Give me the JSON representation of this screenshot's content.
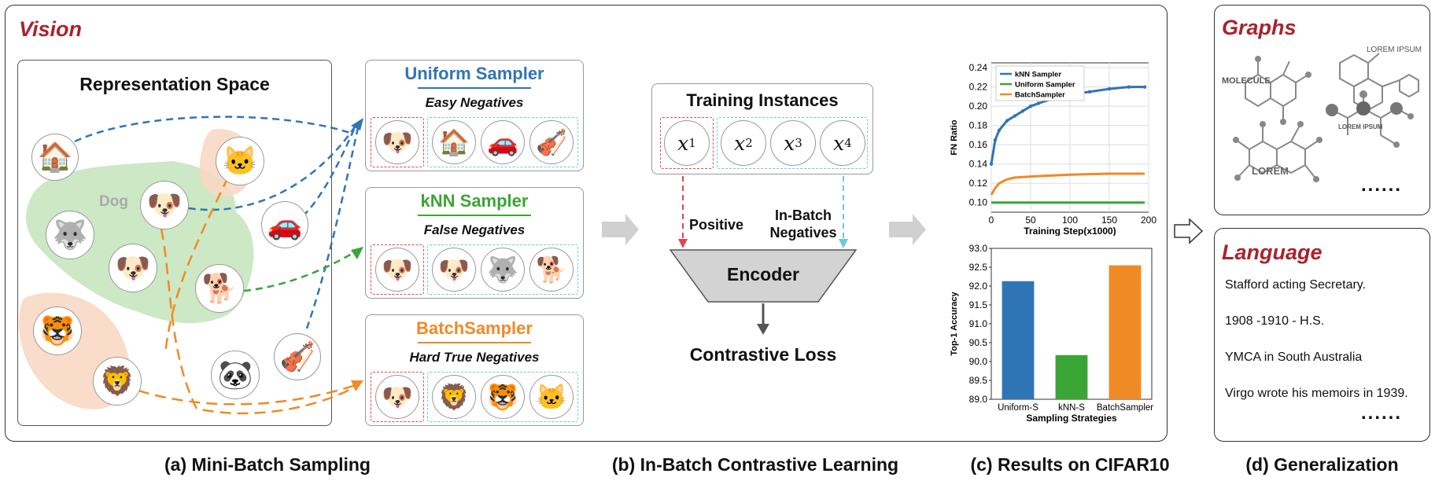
{
  "vision": {
    "title": "Vision",
    "rep_space": {
      "title": "Representation Space",
      "dog_label": "Dog"
    },
    "samplers": [
      {
        "title": "Uniform Sampler",
        "subtitle": "Easy Negatives",
        "color": "#2f75b5"
      },
      {
        "title": "kNN Sampler",
        "subtitle": "False Negatives",
        "color": "#3aa535"
      },
      {
        "title": "BatchSampler",
        "subtitle": "Hard True Negatives",
        "color": "#f08a24"
      }
    ],
    "contrastive": {
      "title": "Training Instances",
      "instances": [
        "x",
        "x",
        "x",
        "x"
      ],
      "instance_subscripts": [
        "1",
        "2",
        "3",
        "4"
      ],
      "positive_label": "Positive",
      "in_batch_label": "In-Batch",
      "negatives_label": "Negatives",
      "encoder_label": "Encoder",
      "loss_label": "Contrastive Loss"
    }
  },
  "icons": {
    "dog": "🐶",
    "husky": "🐺",
    "bulldog": "🐶",
    "spaniel": "🐕",
    "cat": "🐱",
    "tiger": "🐯",
    "lion": "🦁",
    "panda": "🐼",
    "house": "🏠",
    "car": "🚗",
    "violin": "🎻"
  },
  "chart_data": [
    {
      "type": "line",
      "xlabel": "Training Step(x1000)",
      "ylabel": "FN Ratio",
      "xlim": [
        0,
        200
      ],
      "ylim": [
        0.09,
        0.245
      ],
      "xticks": [
        "0",
        "50",
        "100",
        "150",
        "200"
      ],
      "yticks": [
        "0.10",
        "0.12",
        "0.14",
        "0.16",
        "0.18",
        "0.20",
        "0.22",
        "0.24"
      ],
      "grid": true,
      "legend": "top-left",
      "series": [
        {
          "name": "kNN Sampler",
          "color": "#2f75b5",
          "x": [
            0,
            5,
            10,
            20,
            30,
            40,
            50,
            60,
            75,
            90,
            100,
            125,
            150,
            175,
            195
          ],
          "y": [
            0.14,
            0.165,
            0.175,
            0.185,
            0.19,
            0.195,
            0.2,
            0.203,
            0.207,
            0.21,
            0.212,
            0.215,
            0.218,
            0.22,
            0.22
          ]
        },
        {
          "name": "Uniform Sampler",
          "color": "#3aa535",
          "x": [
            0,
            50,
            100,
            150,
            195
          ],
          "y": [
            0.1,
            0.1,
            0.1,
            0.1,
            0.1
          ]
        },
        {
          "name": "BatchSampler",
          "color": "#f08a24",
          "x": [
            0,
            5,
            10,
            20,
            30,
            50,
            75,
            100,
            150,
            195
          ],
          "y": [
            0.108,
            0.115,
            0.12,
            0.124,
            0.126,
            0.127,
            0.128,
            0.129,
            0.13,
            0.13
          ]
        }
      ]
    },
    {
      "type": "bar",
      "xlabel": "Sampling Strategies",
      "ylabel": "Top-1 Accuracy",
      "ylim": [
        89.0,
        93.0
      ],
      "yticks": [
        "89.0",
        "89.5",
        "90.0",
        "90.5",
        "91.0",
        "91.5",
        "92.0",
        "92.5",
        "93.0"
      ],
      "categories": [
        "Uniform-S",
        "kNN-S",
        "BatchSampler"
      ],
      "values": [
        92.13,
        90.17,
        92.55
      ],
      "colors": [
        "#2f75b5",
        "#3aa535",
        "#f08a24"
      ]
    }
  ],
  "graphs": {
    "title": "Graphs",
    "labels": [
      "MOLECULE",
      "LOREM IPSUM",
      "LOREM",
      "LOREM IPSUM"
    ],
    "ellipsis": "......"
  },
  "language": {
    "title": "Language",
    "lines": [
      "Stafford acting Secretary.",
      "1908 -1910 - H.S.",
      "YMCA in South Australia",
      "Virgo wrote his memoirs in 1939."
    ],
    "ellipsis": "......"
  },
  "captions": {
    "a": "(a) Mini-Batch Sampling",
    "b": "(b) In-Batch Contrastive Learning",
    "c": "(c) Results on CIFAR10",
    "d": "(d) Generalization"
  }
}
